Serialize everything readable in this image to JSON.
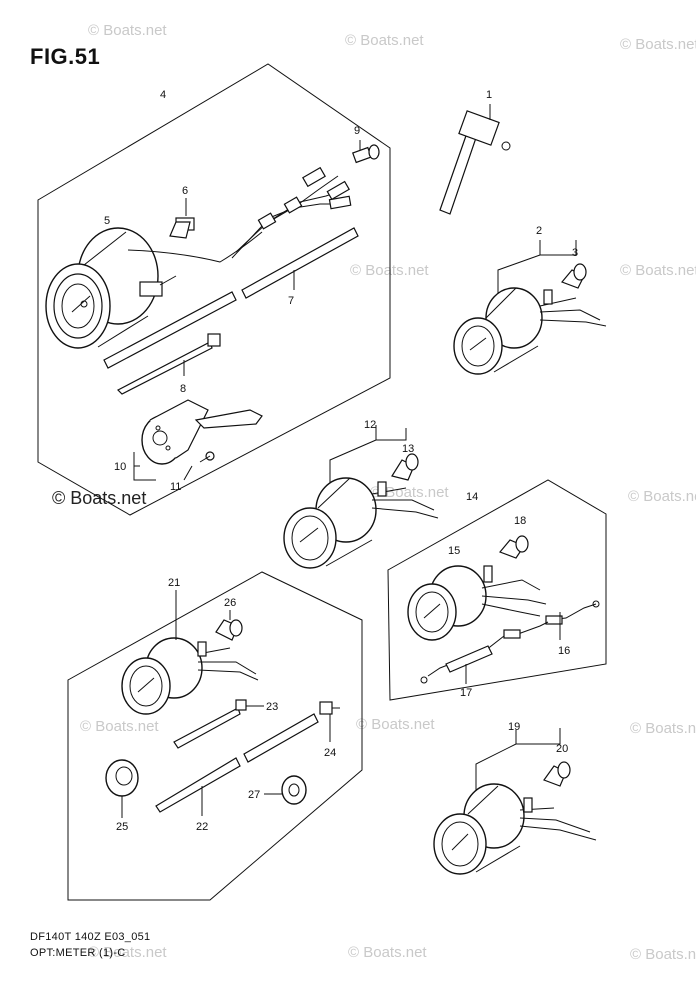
{
  "figure_title": "FIG.51",
  "footer_model": "DF140T 140Z E03_051",
  "footer_caption": "OPT:METER (1)-C",
  "watermark_text": "© Boats.net",
  "callouts": [
    "1",
    "2",
    "3",
    "4",
    "5",
    "6",
    "7",
    "8",
    "9",
    "10",
    "11",
    "12",
    "13",
    "14",
    "15",
    "16",
    "17",
    "18",
    "19",
    "20",
    "21",
    "22",
    "23",
    "24",
    "25",
    "26",
    "27"
  ],
  "colors": {
    "ink": "#111111",
    "watermark": "#c9c9c9",
    "background": "#ffffff"
  }
}
